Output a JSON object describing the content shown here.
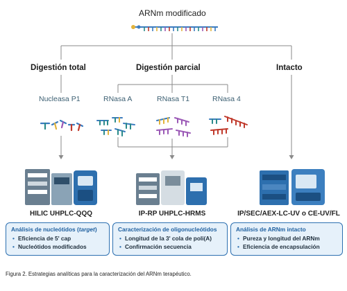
{
  "header": {
    "title": "ARNm modificado"
  },
  "categories": {
    "total": "Digestión total",
    "parcial": "Digestión parcial",
    "intacto": "Intacto"
  },
  "enzymes": [
    "Nucleasa P1",
    "RNasa A",
    "RNasa T1",
    "RNasa 4"
  ],
  "instruments": [
    {
      "label": "HILIC UHPLC-QQQ"
    },
    {
      "label": "IP-RP UHPLC-HRMS"
    },
    {
      "label": "IP/SEC/AEX-LC-UV o CE-UV/FL"
    }
  ],
  "panels": [
    {
      "title_main": "Análisis de nucleótidos (",
      "title_italic": "target",
      "title_end": ")",
      "items": [
        "Eficiencia de 5' cap",
        "Nucleótidos modificados"
      ]
    },
    {
      "title_main": "Caracterización de oligonucleótidos",
      "title_italic": "",
      "title_end": "",
      "items": [
        "Longitud de la 3' cola de poli(A)",
        "Confirmación secuencia"
      ]
    },
    {
      "title_main": "Análisis de ARNm intacto",
      "title_italic": "",
      "title_end": "",
      "items": [
        "Pureza y longitud del ARNm",
        "Eficiencia de encapsulación"
      ]
    }
  ],
  "caption": "Figura 2. Estrategias analíticas para la caracterización del ARNm terapéutico.",
  "colors": {
    "line": "#8a8a8a",
    "panel_border": "#2c6fb0",
    "panel_bg": "#e6f1fa",
    "accent_blue": "#1e5f9f",
    "teal": "#2a8a8a",
    "nucleotide_blue": "#3a7bbf",
    "nucleotide_red": "#c0392b",
    "nucleotide_purple": "#9b59b6",
    "nucleotide_yellow": "#e2b33b"
  },
  "icons": [
    "mrna-strand-icon",
    "nucleotide-fragments-icon",
    "oligonucleotide-fragments-icon",
    "lc-instrument-icon",
    "down-arrow-icon"
  ]
}
